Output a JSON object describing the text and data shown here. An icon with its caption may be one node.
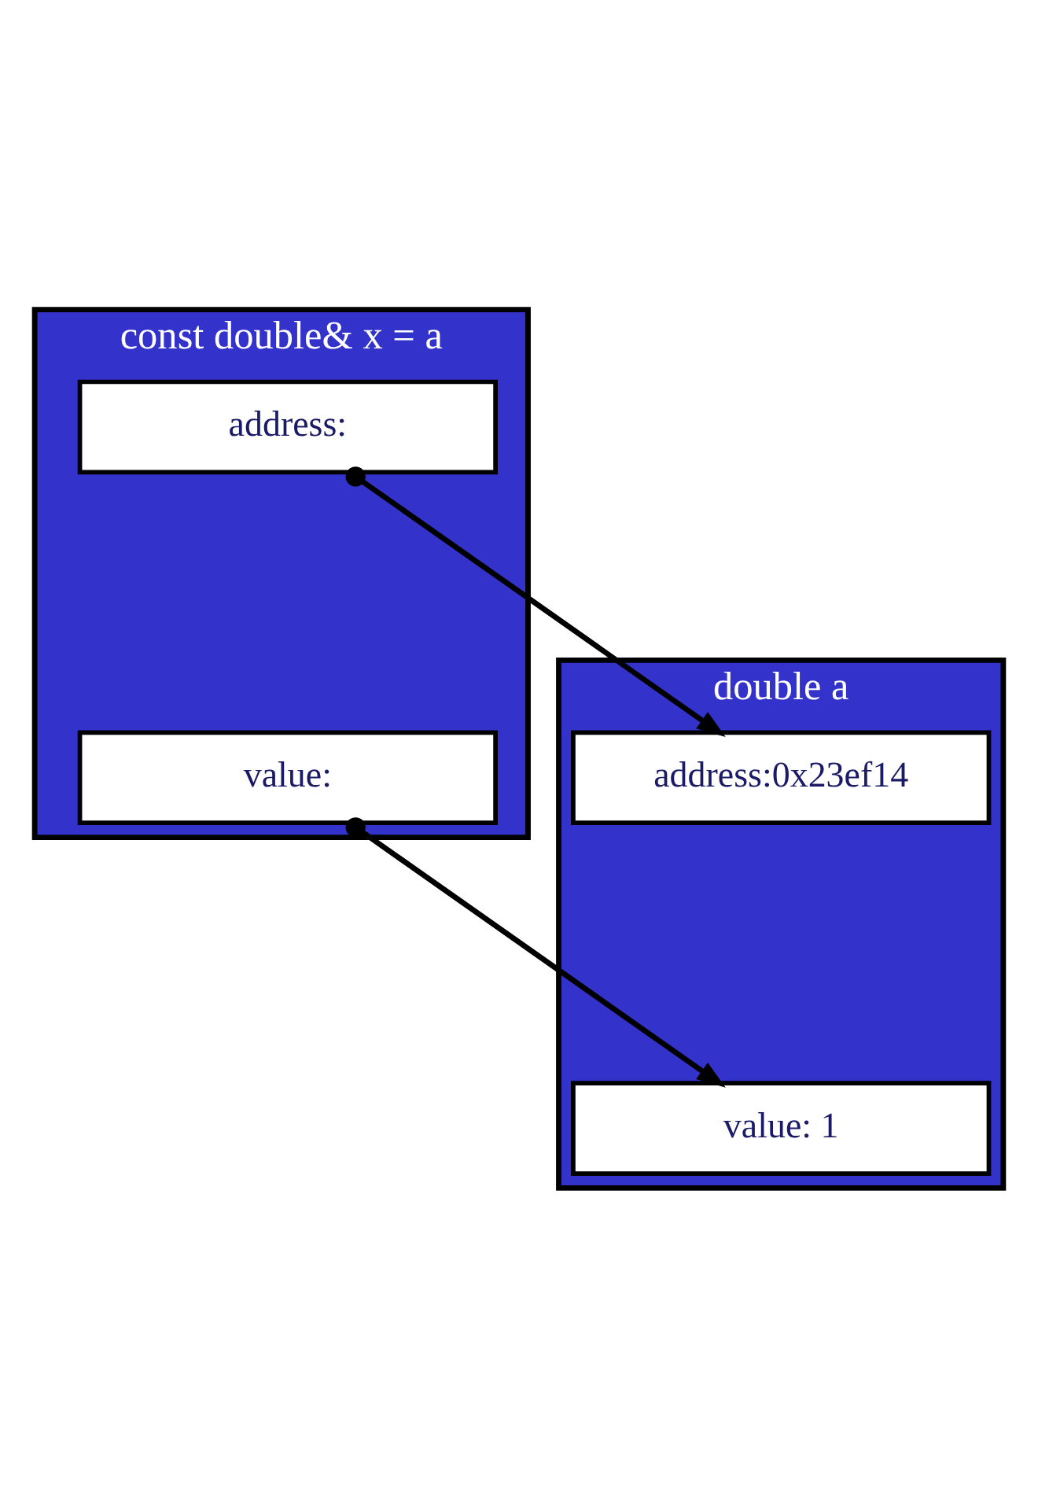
{
  "diagram": {
    "nodes": [
      {
        "text": [
          "const double& x = a"
        ]
      },
      {
        "text": [
          "address:"
        ],
        "in": 0
      },
      {
        "text": [
          "value:"
        ],
        "in": 0
      },
      {
        "text": [
          "double a"
        ]
      },
      {
        "text": [
          "address:0x23ef14"
        ],
        "in": 3
      },
      {
        "text": [
          "value: 1"
        ],
        "in": 3
      }
    ],
    "edges": [
      {
        "from": 1,
        "to": 4,
        "arrow": "to"
      },
      {
        "from": 2,
        "to": 5,
        "arrow": "to"
      }
    ]
  }
}
